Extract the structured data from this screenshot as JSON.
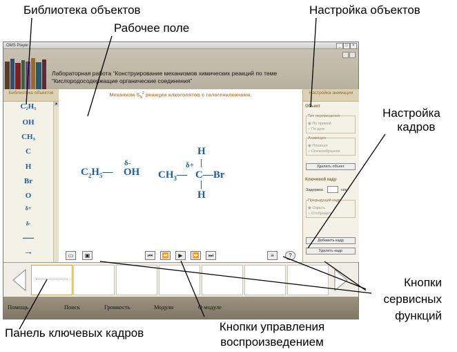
{
  "callouts": {
    "library": "Библиотека объектов",
    "workspace": "Рабочее поле",
    "object_settings": "Настройка объектов",
    "frame_settings_1": "Настройка",
    "frame_settings_2": "кадров",
    "service_buttons_1": "Кнопки",
    "service_buttons_2": "сервисных",
    "service_buttons_3": "функций",
    "keyframe_panel": "Панель ключевых кадров",
    "playback_1": "Кнопки управления",
    "playback_2": "воспроизведением"
  },
  "window": {
    "title": "OMS Player",
    "banner_text": "Лабораторная работа “Конструирование механизмов химических реакций по теме “Кислородосодержащие органические соединения”"
  },
  "library": {
    "header": "Библиотека объектов",
    "items": [
      "C₂H₅",
      "OH",
      "CH₃",
      "C",
      "H",
      "Br",
      "O",
      "δ+",
      "δ-",
      "—",
      "→"
    ]
  },
  "workspace": {
    "title": "Механизм S",
    "title_sub": "N",
    "title_sup": "2",
    "title_rest": " реакции алкоголятов с галогеналканами.",
    "molecule1": {
      "part1": "C",
      "sub1": "2",
      "part2": "H",
      "sub2": "5",
      "bond": "—",
      "oh": "OH",
      "delta": "δ-"
    },
    "molecule2": {
      "ch3": "CH",
      "sub": "3",
      "bond1": "—",
      "c": "C",
      "bond2": "—",
      "br": "Br",
      "h_top": "H",
      "h_bot": "H",
      "delta": "δ+"
    }
  },
  "settings": {
    "header": "Настройка анимации",
    "object_label": "Объект",
    "move_type_label": "Тип перемещения",
    "move_opts": [
      "По прямой",
      "По дуге"
    ],
    "animation_label": "Анимация",
    "animation_opts": [
      "Плавная",
      "Скачкообразная"
    ],
    "delete_object_btn": "Удалить объект",
    "keyframe_label": "Ключевой кадр",
    "delay_label": "Задержка",
    "delay_unit": "сек.",
    "prev_frame_label": "Предыдущий кадр",
    "prev_frame_opts": [
      "Скрыть",
      "Отобразить"
    ],
    "add_frame_btn": "Добавить кадр",
    "delete_frame_btn": "Удалить кадр"
  },
  "menu": [
    "Помощь",
    "Поиск",
    "Громкость",
    "Модули",
    "О модуле"
  ]
}
